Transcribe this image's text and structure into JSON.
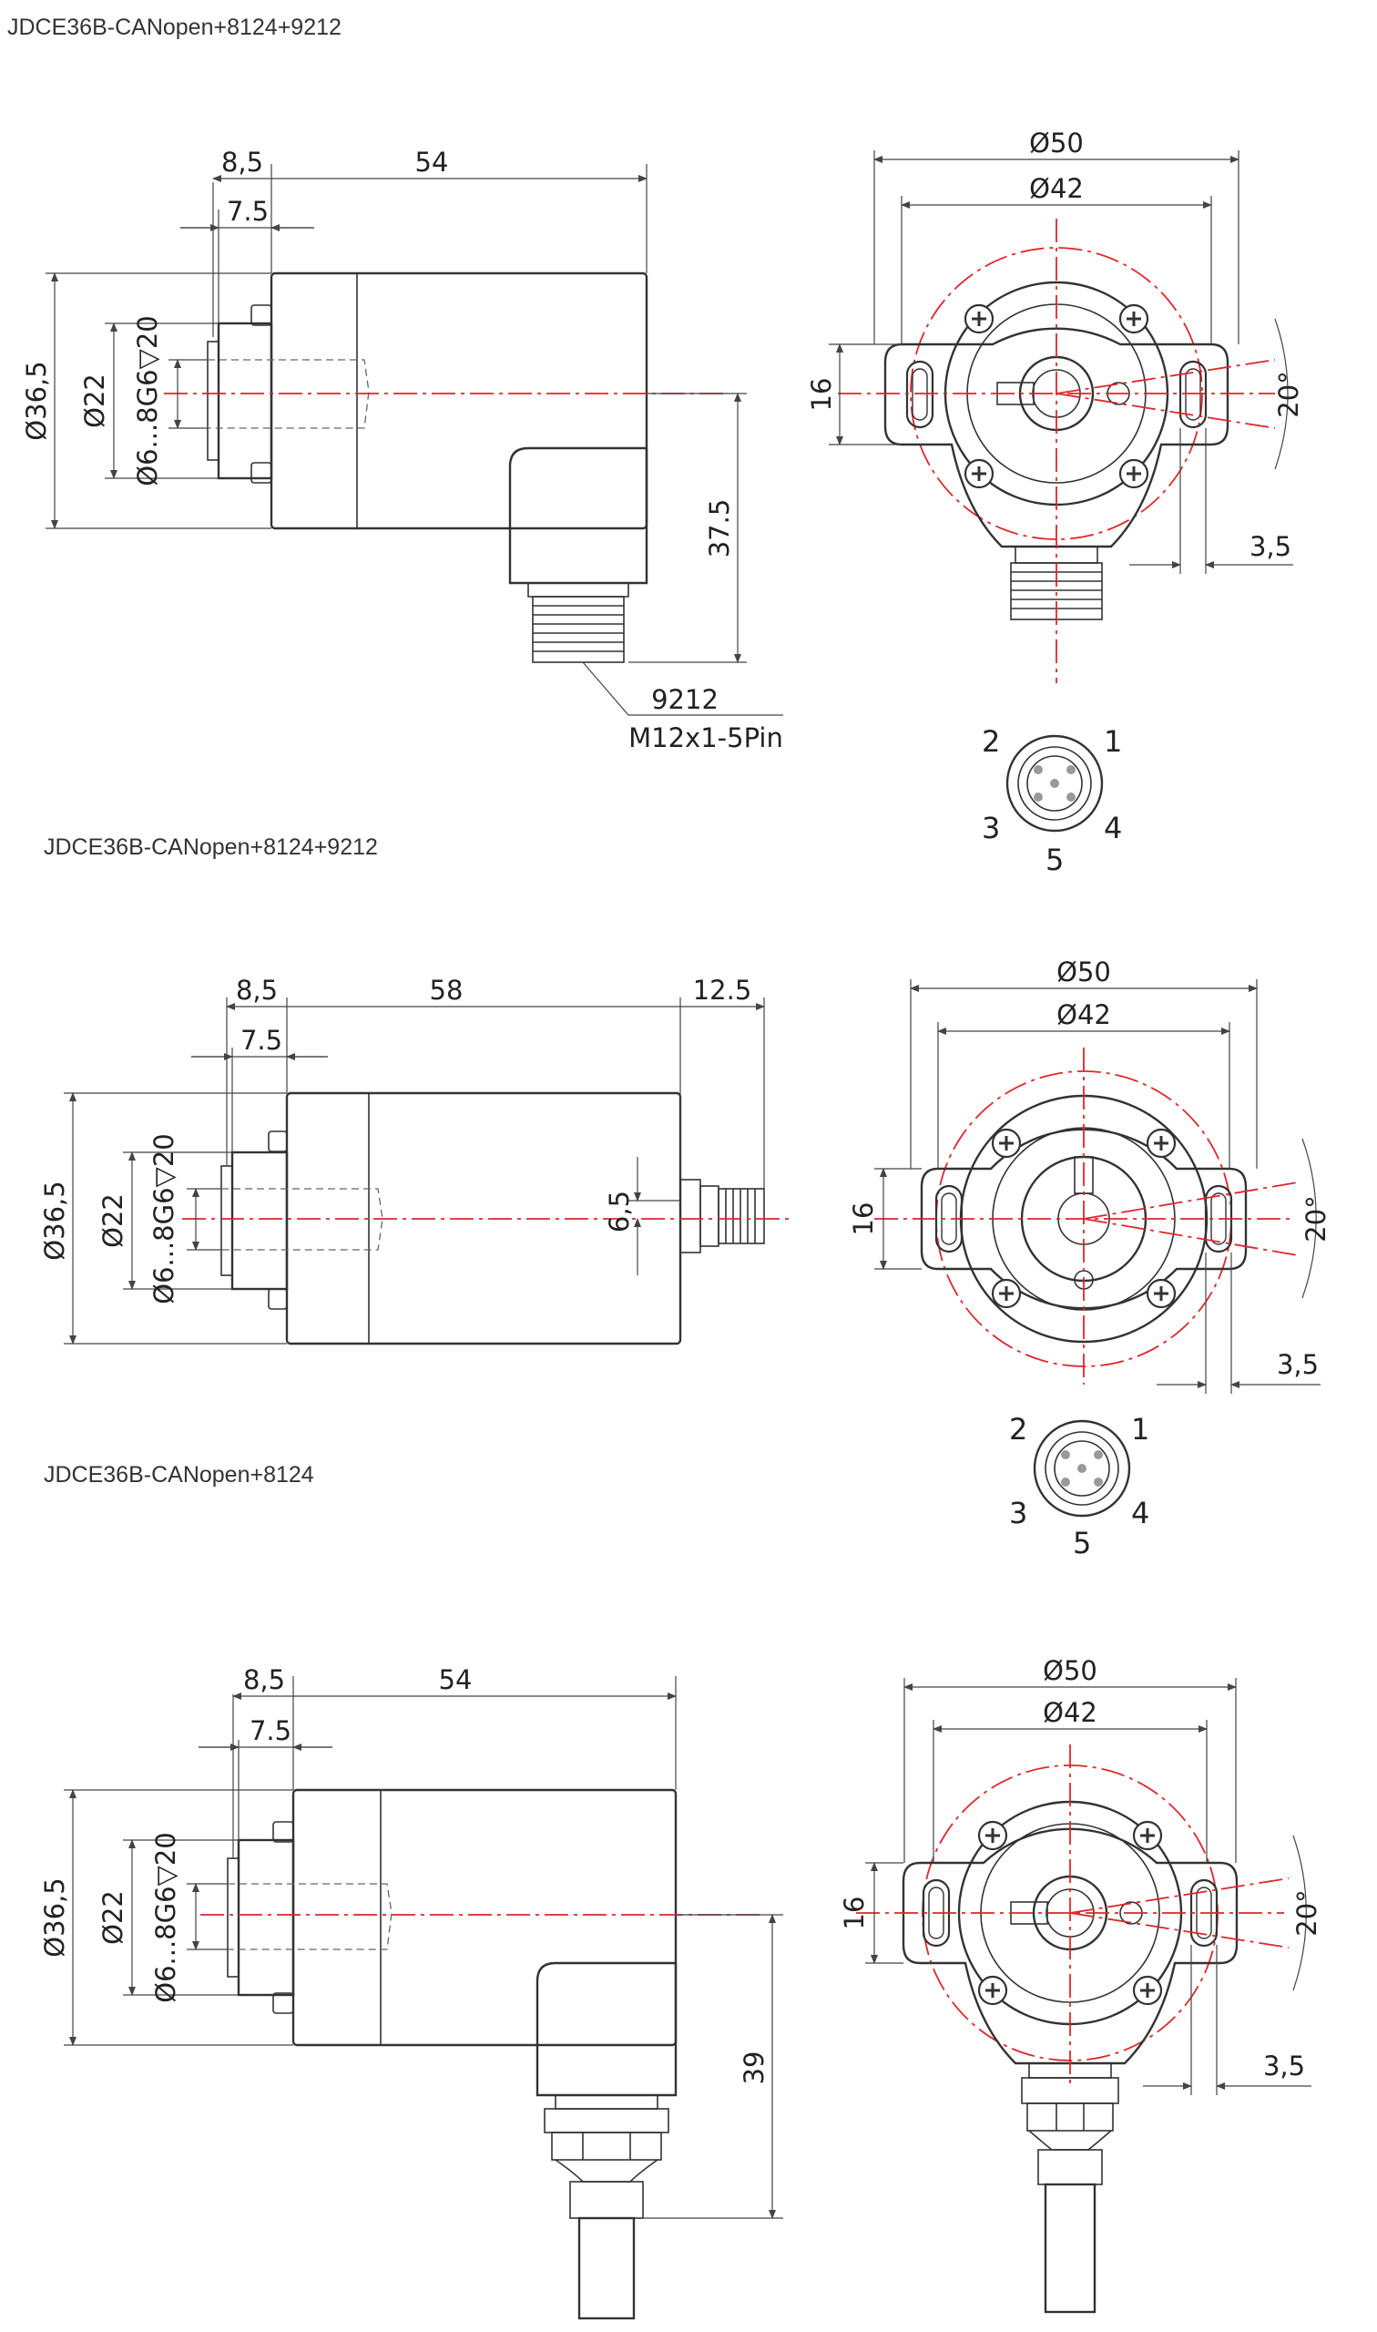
{
  "sections": [
    {
      "title": "JDCE36B-CANopen+8124+9212",
      "side": {
        "d_body": "Ø36,5",
        "d_flange": "Ø22",
        "d_shaft": "Ø6...8G6▽20",
        "l_flange": "8,5",
        "l_step": "7.5",
        "l_body": "54",
        "h_conn": "37.5"
      },
      "front": {
        "d_outer": "Ø50",
        "d_bolt": "Ø42",
        "h_slot": "16",
        "angle": "20°",
        "w_slot": "3,5"
      },
      "connector_label_1": "9212",
      "connector_label_2": "M12x1-5Pin",
      "pins": [
        "1",
        "2",
        "3",
        "4",
        "5"
      ]
    },
    {
      "title": "JDCE36B-CANopen+8124+9212",
      "side": {
        "d_body": "Ø36,5",
        "d_flange": "Ø22",
        "d_shaft": "Ø6...8G6▽20",
        "l_flange": "8,5",
        "l_step": "7.5",
        "l_body": "58",
        "l_conn": "12.5",
        "h_conn": "6,5"
      },
      "front": {
        "d_outer": "Ø50",
        "d_bolt": "Ø42",
        "h_slot": "16",
        "angle": "20°",
        "w_slot": "3,5"
      },
      "pins": [
        "1",
        "2",
        "3",
        "4",
        "5"
      ]
    },
    {
      "title": "JDCE36B-CANopen+8124",
      "side": {
        "d_body": "Ø36,5",
        "d_flange": "Ø22",
        "d_shaft": "Ø6...8G6▽20",
        "l_flange": "8,5",
        "l_step": "7.5",
        "l_body": "54",
        "h_cable": "39"
      },
      "front": {
        "d_outer": "Ø50",
        "d_bolt": "Ø42",
        "h_slot": "16",
        "angle": "20°",
        "w_slot": "3,5"
      }
    }
  ]
}
